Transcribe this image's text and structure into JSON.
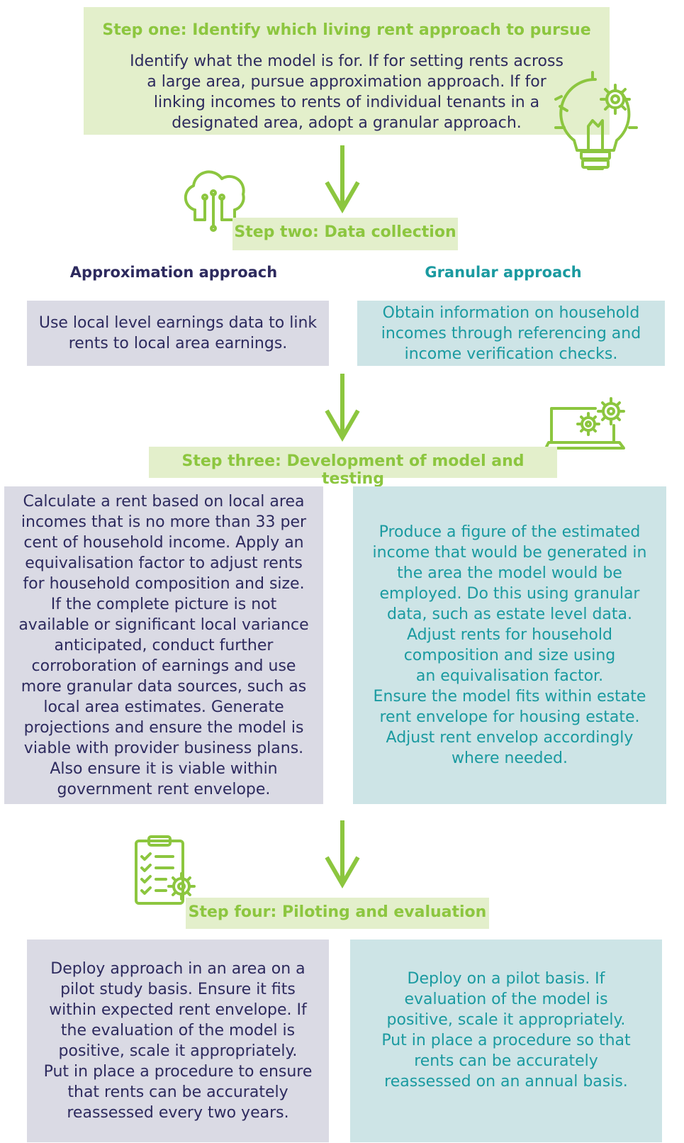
{
  "colors": {
    "accent_green": "#8cc63f",
    "green_box": "#e3efcb",
    "purple_box": "#dadae4",
    "teal_box": "#cde4e6",
    "purple_text": "#2d2a5e",
    "teal_text": "#1a9aa0"
  },
  "step1": {
    "title": "Step one: Identify which living rent approach to pursue",
    "text": "Identify what the model is for. If for setting rents across\na large area, pursue approximation approach. If for\nlinking incomes to rents of individual tenants in a\ndesignated area, adopt a granular approach.",
    "icon": "lightbulb-gear-icon"
  },
  "step2": {
    "title": "Step two: Data collection",
    "icon": "cloud-circuit-icon",
    "approx_heading": "Approximation approach",
    "granular_heading": "Granular approach",
    "approx_text": "Use local level earnings data to link\nrents to local area earnings.",
    "granular_text": "Obtain information on household\nincomes through referencing and\nincome verification checks."
  },
  "step3": {
    "title": "Step three: Development of model and testing",
    "icon": "laptop-gears-icon",
    "approx_text": "Calculate a rent based on local area\nincomes that is no more than 33 per\ncent of household income. Apply an\nequivalisation factor to adjust rents\nfor household composition and size.\nIf the complete picture is not\navailable or significant local variance\nanticipated, conduct further\ncorroboration of earnings and use\nmore granular data sources, such as\nlocal area estimates. Generate\nprojections and ensure the model is\nviable with provider business plans.\nAlso ensure it is viable within\ngovernment rent envelope.",
    "granular_text": "Produce a figure of the estimated\nincome that would be generated in\nthe area the model would be\nemployed. Do this using granular\ndata, such as estate level data.\nAdjust rents for household\ncomposition and size using\nan equivalisation factor.\nEnsure the model fits within estate\nrent envelope for housing estate.\nAdjust rent envelop accordingly\nwhere needed."
  },
  "step4": {
    "title": "Step four: Piloting and evaluation",
    "icon": "clipboard-checklist-icon",
    "approx_text": "Deploy approach in an area on a\npilot study basis. Ensure it fits\nwithin expected rent envelope. If\nthe evaluation of the model is\npositive, scale it appropriately.\nPut in place a procedure to ensure\nthat rents can be accurately\nreassessed every two years.",
    "granular_text": "Deploy on a pilot basis. If\nevaluation of the model is\npositive, scale it appropriately.\nPut in place a procedure so that\nrents can be accurately\nreassessed on an annual basis."
  }
}
